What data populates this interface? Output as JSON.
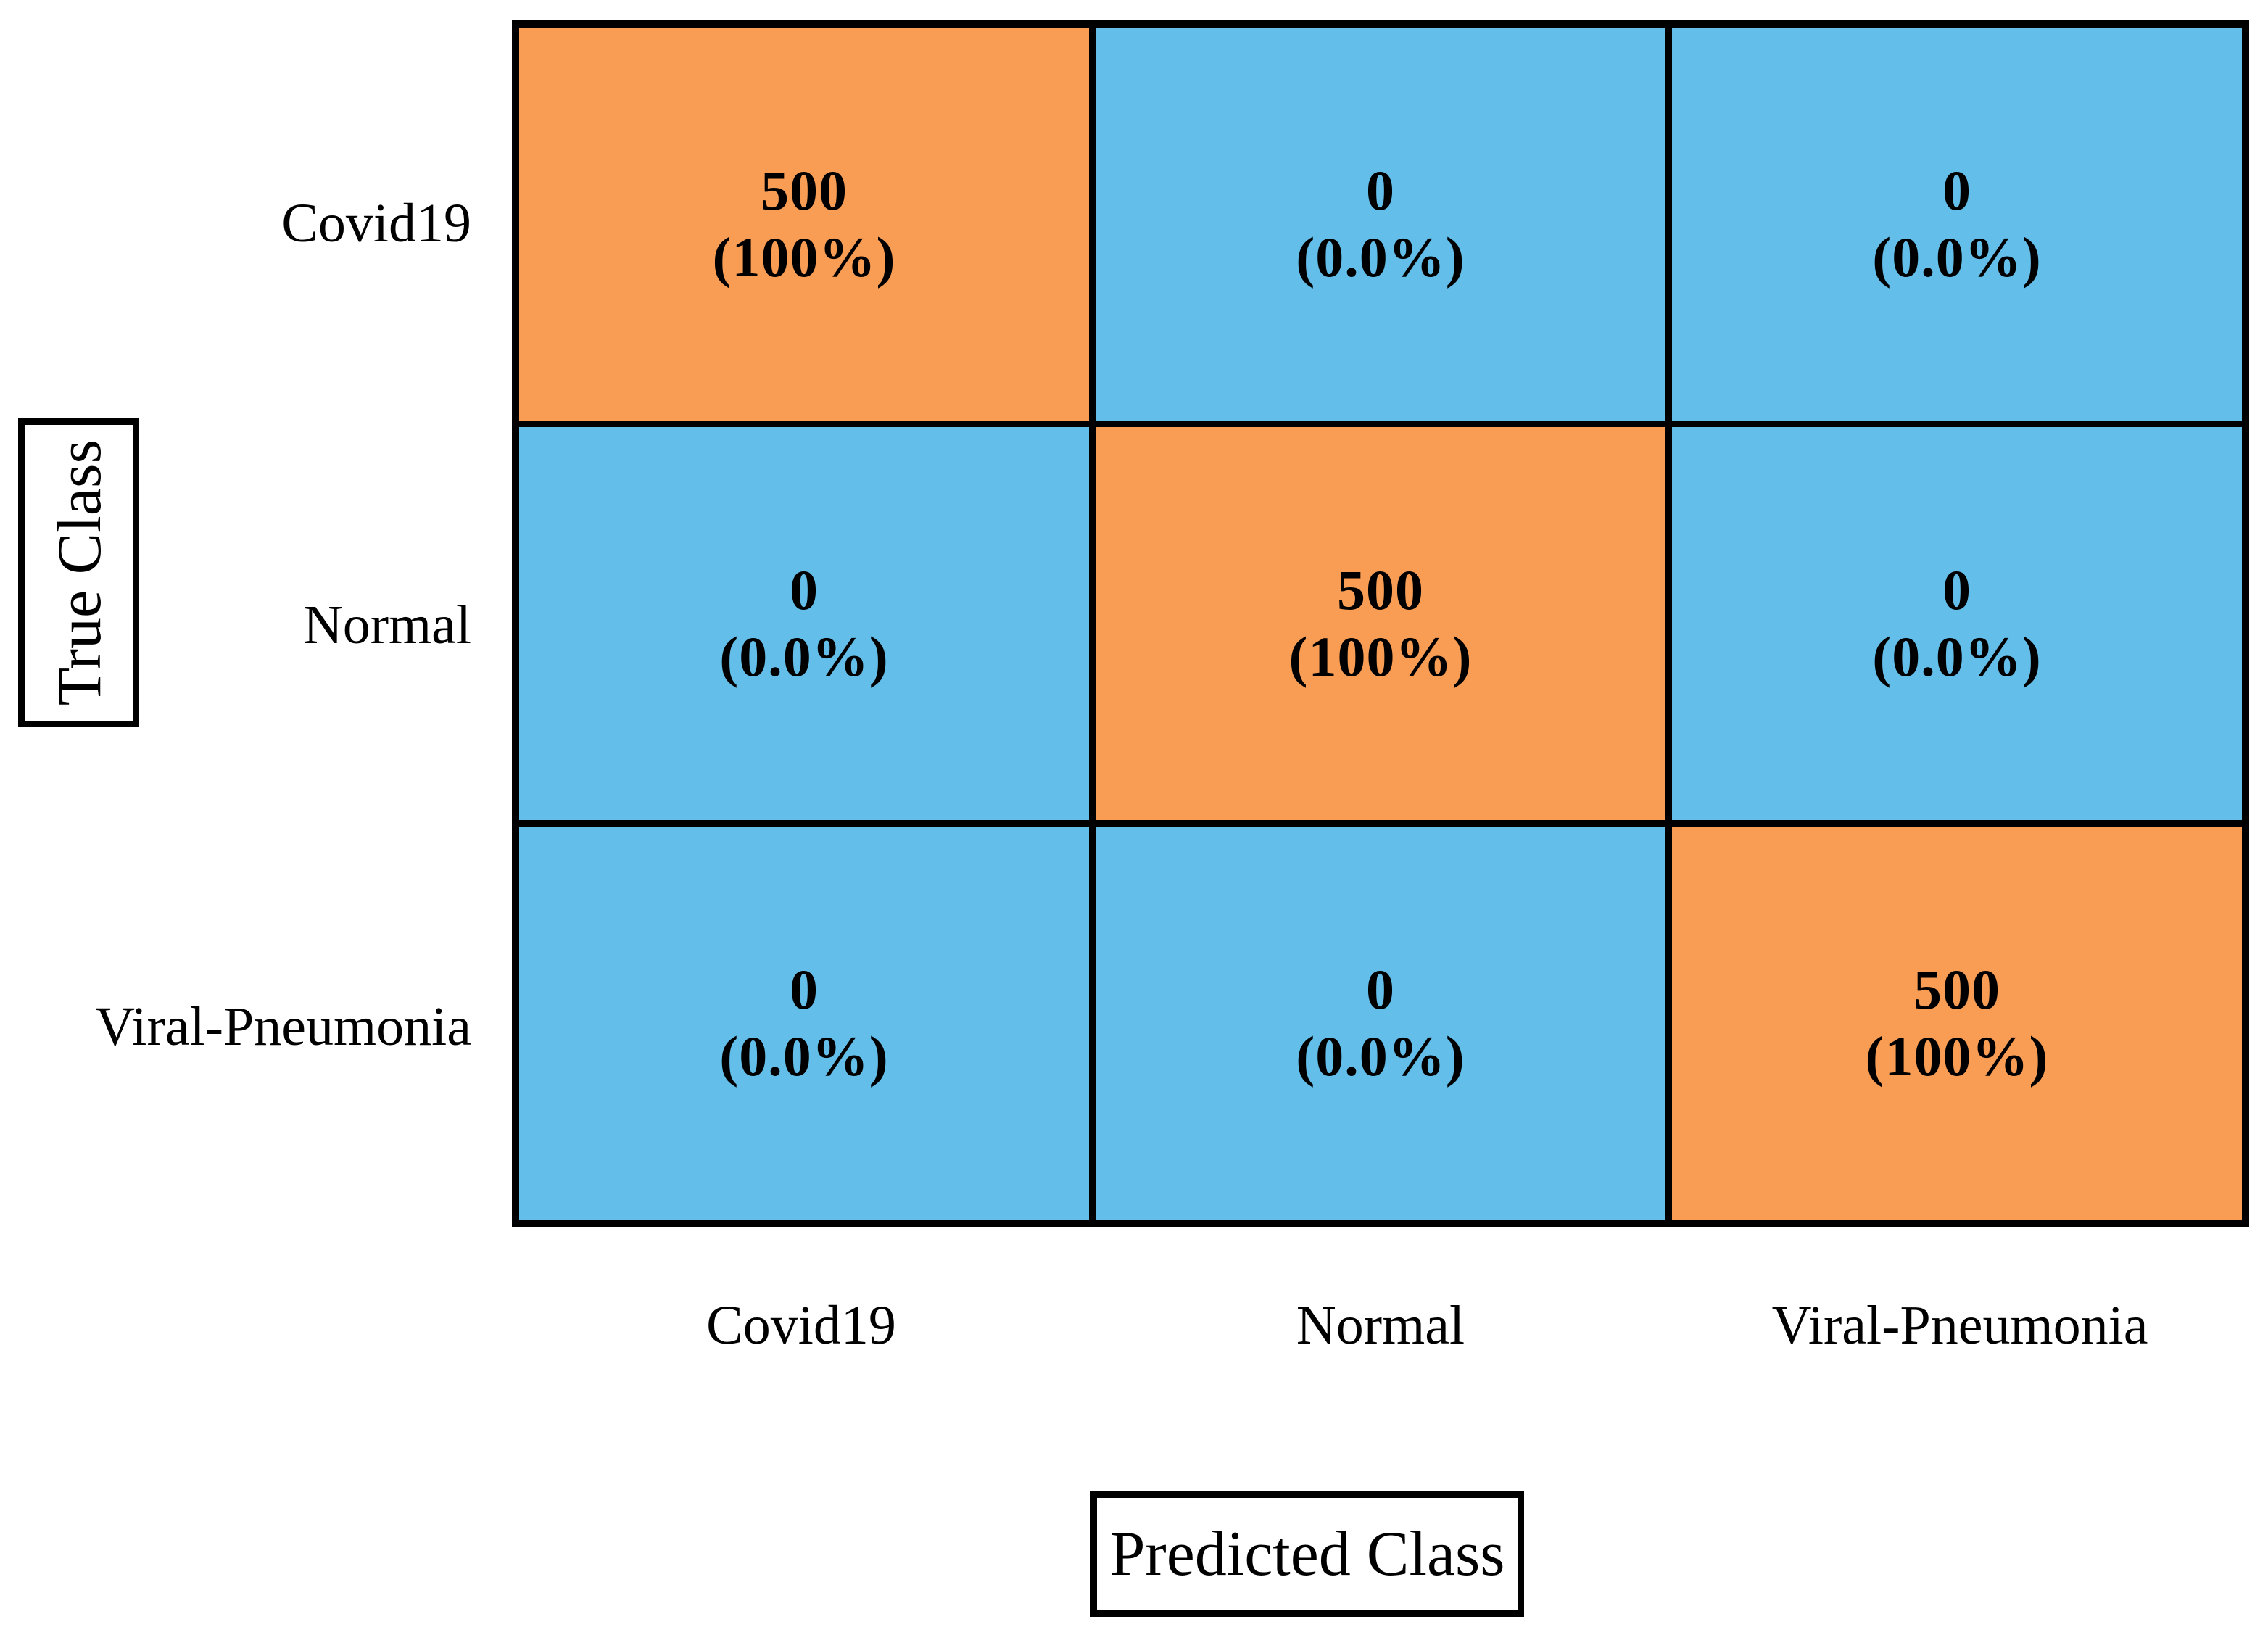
{
  "chart_data": {
    "type": "heatmap",
    "subtype": "confusion-matrix",
    "title": "",
    "xlabel": "Predicted Class",
    "ylabel": "True Class",
    "x_tick_labels": [
      "Covid19",
      "Normal",
      "Viral-Pneumonia"
    ],
    "y_tick_labels": [
      "Covid19",
      "Normal",
      "Viral-Pneumonia"
    ],
    "matrix_counts": [
      [
        500,
        0,
        0
      ],
      [
        0,
        500,
        0
      ],
      [
        0,
        0,
        500
      ]
    ],
    "matrix_percents": [
      [
        "100%",
        "0.0%",
        "0.0%"
      ],
      [
        "0.0%",
        "100%",
        "0.0%"
      ],
      [
        "0.0%",
        "0.0%",
        "100%"
      ]
    ],
    "grid_on": true,
    "legend": "none",
    "colors": {
      "diagonal_fill": "#F99D54",
      "off_diagonal_fill": "#63BEE9",
      "grid_line": "#000000",
      "text": "#000000",
      "background": "#ffffff"
    }
  },
  "axes": {
    "y_title": "True Class",
    "x_title": "Predicted Class"
  },
  "row_labels": [
    {
      "label": "Covid19"
    },
    {
      "label": "Normal"
    },
    {
      "label": "Viral-Pneumonia"
    }
  ],
  "col_labels": [
    {
      "label": "Covid19"
    },
    {
      "label": "Normal"
    },
    {
      "label": "Viral-Pneumonia"
    }
  ],
  "cells": [
    {
      "value": "500",
      "pct": "(100%)",
      "fill": "#F99D54"
    },
    {
      "value": "0",
      "pct": "(0.0%)",
      "fill": "#63BEE9"
    },
    {
      "value": "0",
      "pct": "(0.0%)",
      "fill": "#63BEE9"
    },
    {
      "value": "0",
      "pct": "(0.0%)",
      "fill": "#63BEE9"
    },
    {
      "value": "500",
      "pct": "(100%)",
      "fill": "#F99D54"
    },
    {
      "value": "0",
      "pct": "(0.0%)",
      "fill": "#63BEE9"
    },
    {
      "value": "0",
      "pct": "(0.0%)",
      "fill": "#63BEE9"
    },
    {
      "value": "0",
      "pct": "(0.0%)",
      "fill": "#63BEE9"
    },
    {
      "value": "500",
      "pct": "(100%)",
      "fill": "#F99D54"
    }
  ]
}
